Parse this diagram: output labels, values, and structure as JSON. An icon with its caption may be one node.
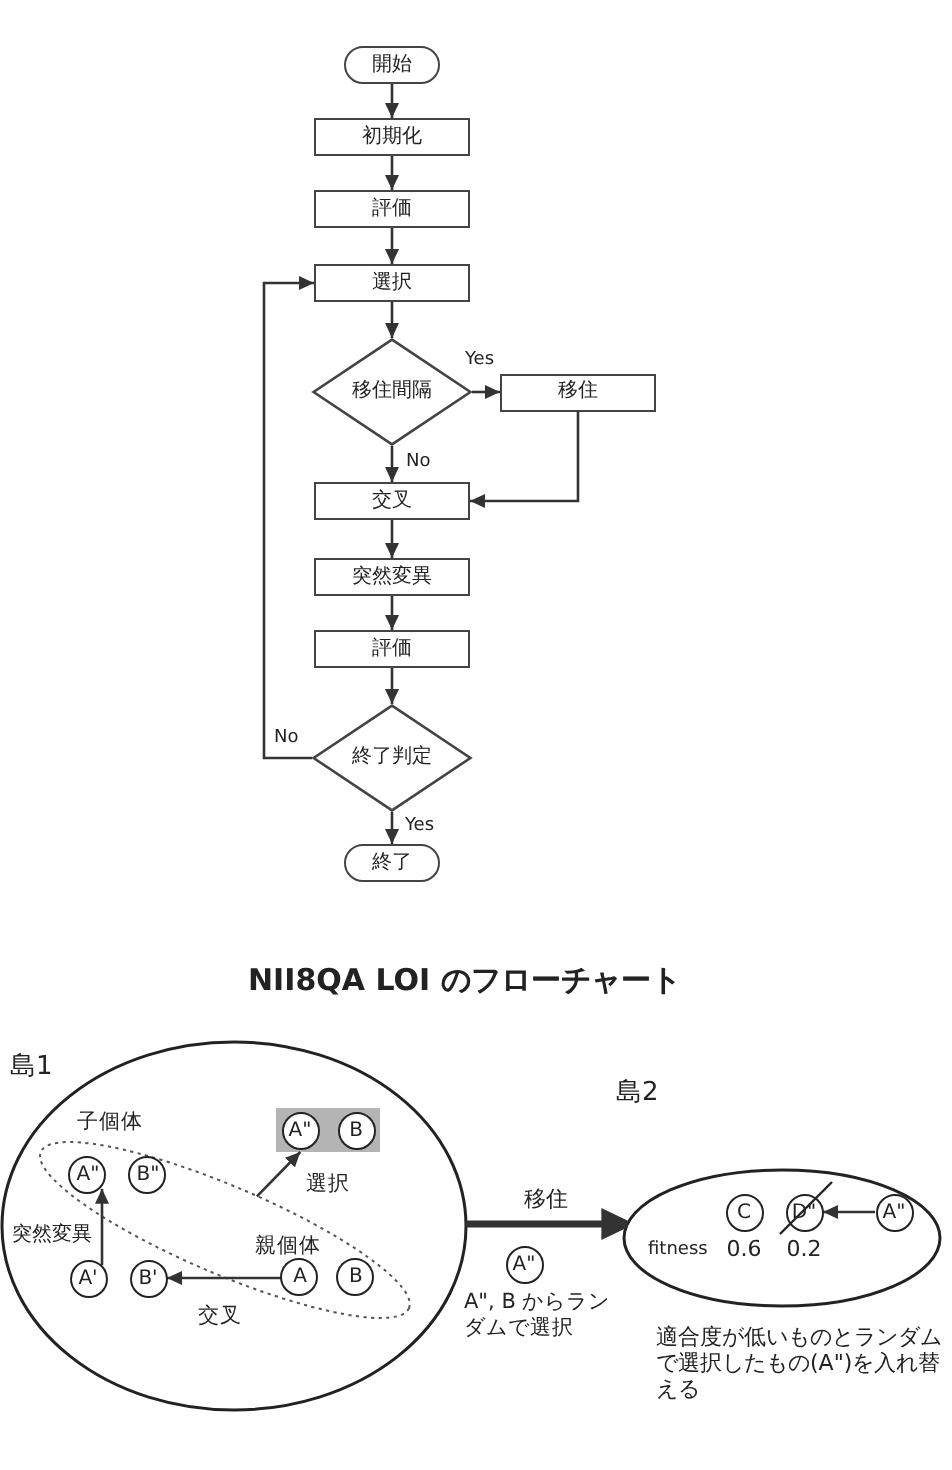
{
  "diagram": {
    "caption": "NII8QA LOI のフローチャート",
    "nodes": [
      {
        "text": [
          "開始"
        ]
      },
      {
        "text": [
          "初期化"
        ]
      },
      {
        "text": [
          "評価"
        ]
      },
      {
        "text": [
          "選択"
        ]
      },
      {
        "text": [
          "移住間隔"
        ]
      },
      {
        "text": [
          "移住"
        ]
      },
      {
        "text": [
          "交叉"
        ]
      },
      {
        "text": [
          "突然変異"
        ]
      },
      {
        "text": [
          "評価"
        ]
      },
      {
        "text": [
          "終了判定"
        ]
      },
      {
        "text": [
          "終了"
        ]
      },
      {
        "text": [
          "島1"
        ]
      },
      {
        "text": [],
        "shape": "ellipse",
        "in": 11
      },
      {
        "text": [
          "A\""
        ],
        "in": 12
      },
      {
        "text": [
          "B\""
        ],
        "in": 12
      },
      {
        "text": [
          "A'"
        ],
        "in": 11
      },
      {
        "text": [
          "B'"
        ],
        "in": 11
      },
      {
        "text": [
          "A"
        ],
        "in": 12
      },
      {
        "text": [
          "B"
        ],
        "in": 12
      },
      {
        "text": [],
        "shape": "box",
        "in": 11
      },
      {
        "text": [
          "A\""
        ],
        "in": 19
      },
      {
        "text": [
          "B"
        ],
        "in": 19
      },
      {
        "text": [
          "A\""
        ],
        "beside": [
          "A\", B からランダムで選択"
        ]
      },
      {
        "text": [
          "島2"
        ]
      },
      {
        "text": [
          "C"
        ],
        "in": 23,
        "beside": [
          "0.6"
        ]
      },
      {
        "text": [
          "D\""
        ],
        "in": 23,
        "beside": [
          "0.2"
        ]
      },
      {
        "text": [
          "A\""
        ],
        "in": 23
      }
    ],
    "edges": [
      {
        "from": 0,
        "to": 1,
        "arrow": "to"
      },
      {
        "from": 1,
        "to": 2,
        "arrow": "to"
      },
      {
        "from": 2,
        "to": 3,
        "arrow": "to"
      },
      {
        "from": 3,
        "to": 4,
        "arrow": "to"
      },
      {
        "from": 4,
        "to": 5,
        "arrow": "to",
        "label": "Yes"
      },
      {
        "from": 4,
        "to": 6,
        "arrow": "to",
        "label": "No"
      },
      {
        "from": 5,
        "to": 6,
        "arrow": "to"
      },
      {
        "from": 6,
        "to": 7,
        "arrow": "to"
      },
      {
        "from": 7,
        "to": 8,
        "arrow": "to"
      },
      {
        "from": 8,
        "to": 9,
        "arrow": "to"
      },
      {
        "from": 9,
        "to": 3,
        "arrow": "to",
        "label": "No"
      },
      {
        "from": 9,
        "to": 10,
        "arrow": "to",
        "label": "Yes"
      },
      {
        "from": 12,
        "to": 19,
        "arrow": "to",
        "label": "選択"
      },
      {
        "from": 17,
        "to": 16,
        "arrow": "to",
        "label": "交叉"
      },
      {
        "from": 15,
        "to": 13,
        "arrow": "to",
        "label": "突然変異"
      },
      {
        "from": 11,
        "to": 23,
        "arrow": "to",
        "label": "移住",
        "style": "thick"
      },
      {
        "from": 26,
        "to": 25,
        "arrow": "to"
      }
    ],
    "labels": [
      "子個体",
      "親個体",
      "fitness",
      "適合度が低いものとランダムで選択したもの(A\")を入れ替える"
    ]
  }
}
